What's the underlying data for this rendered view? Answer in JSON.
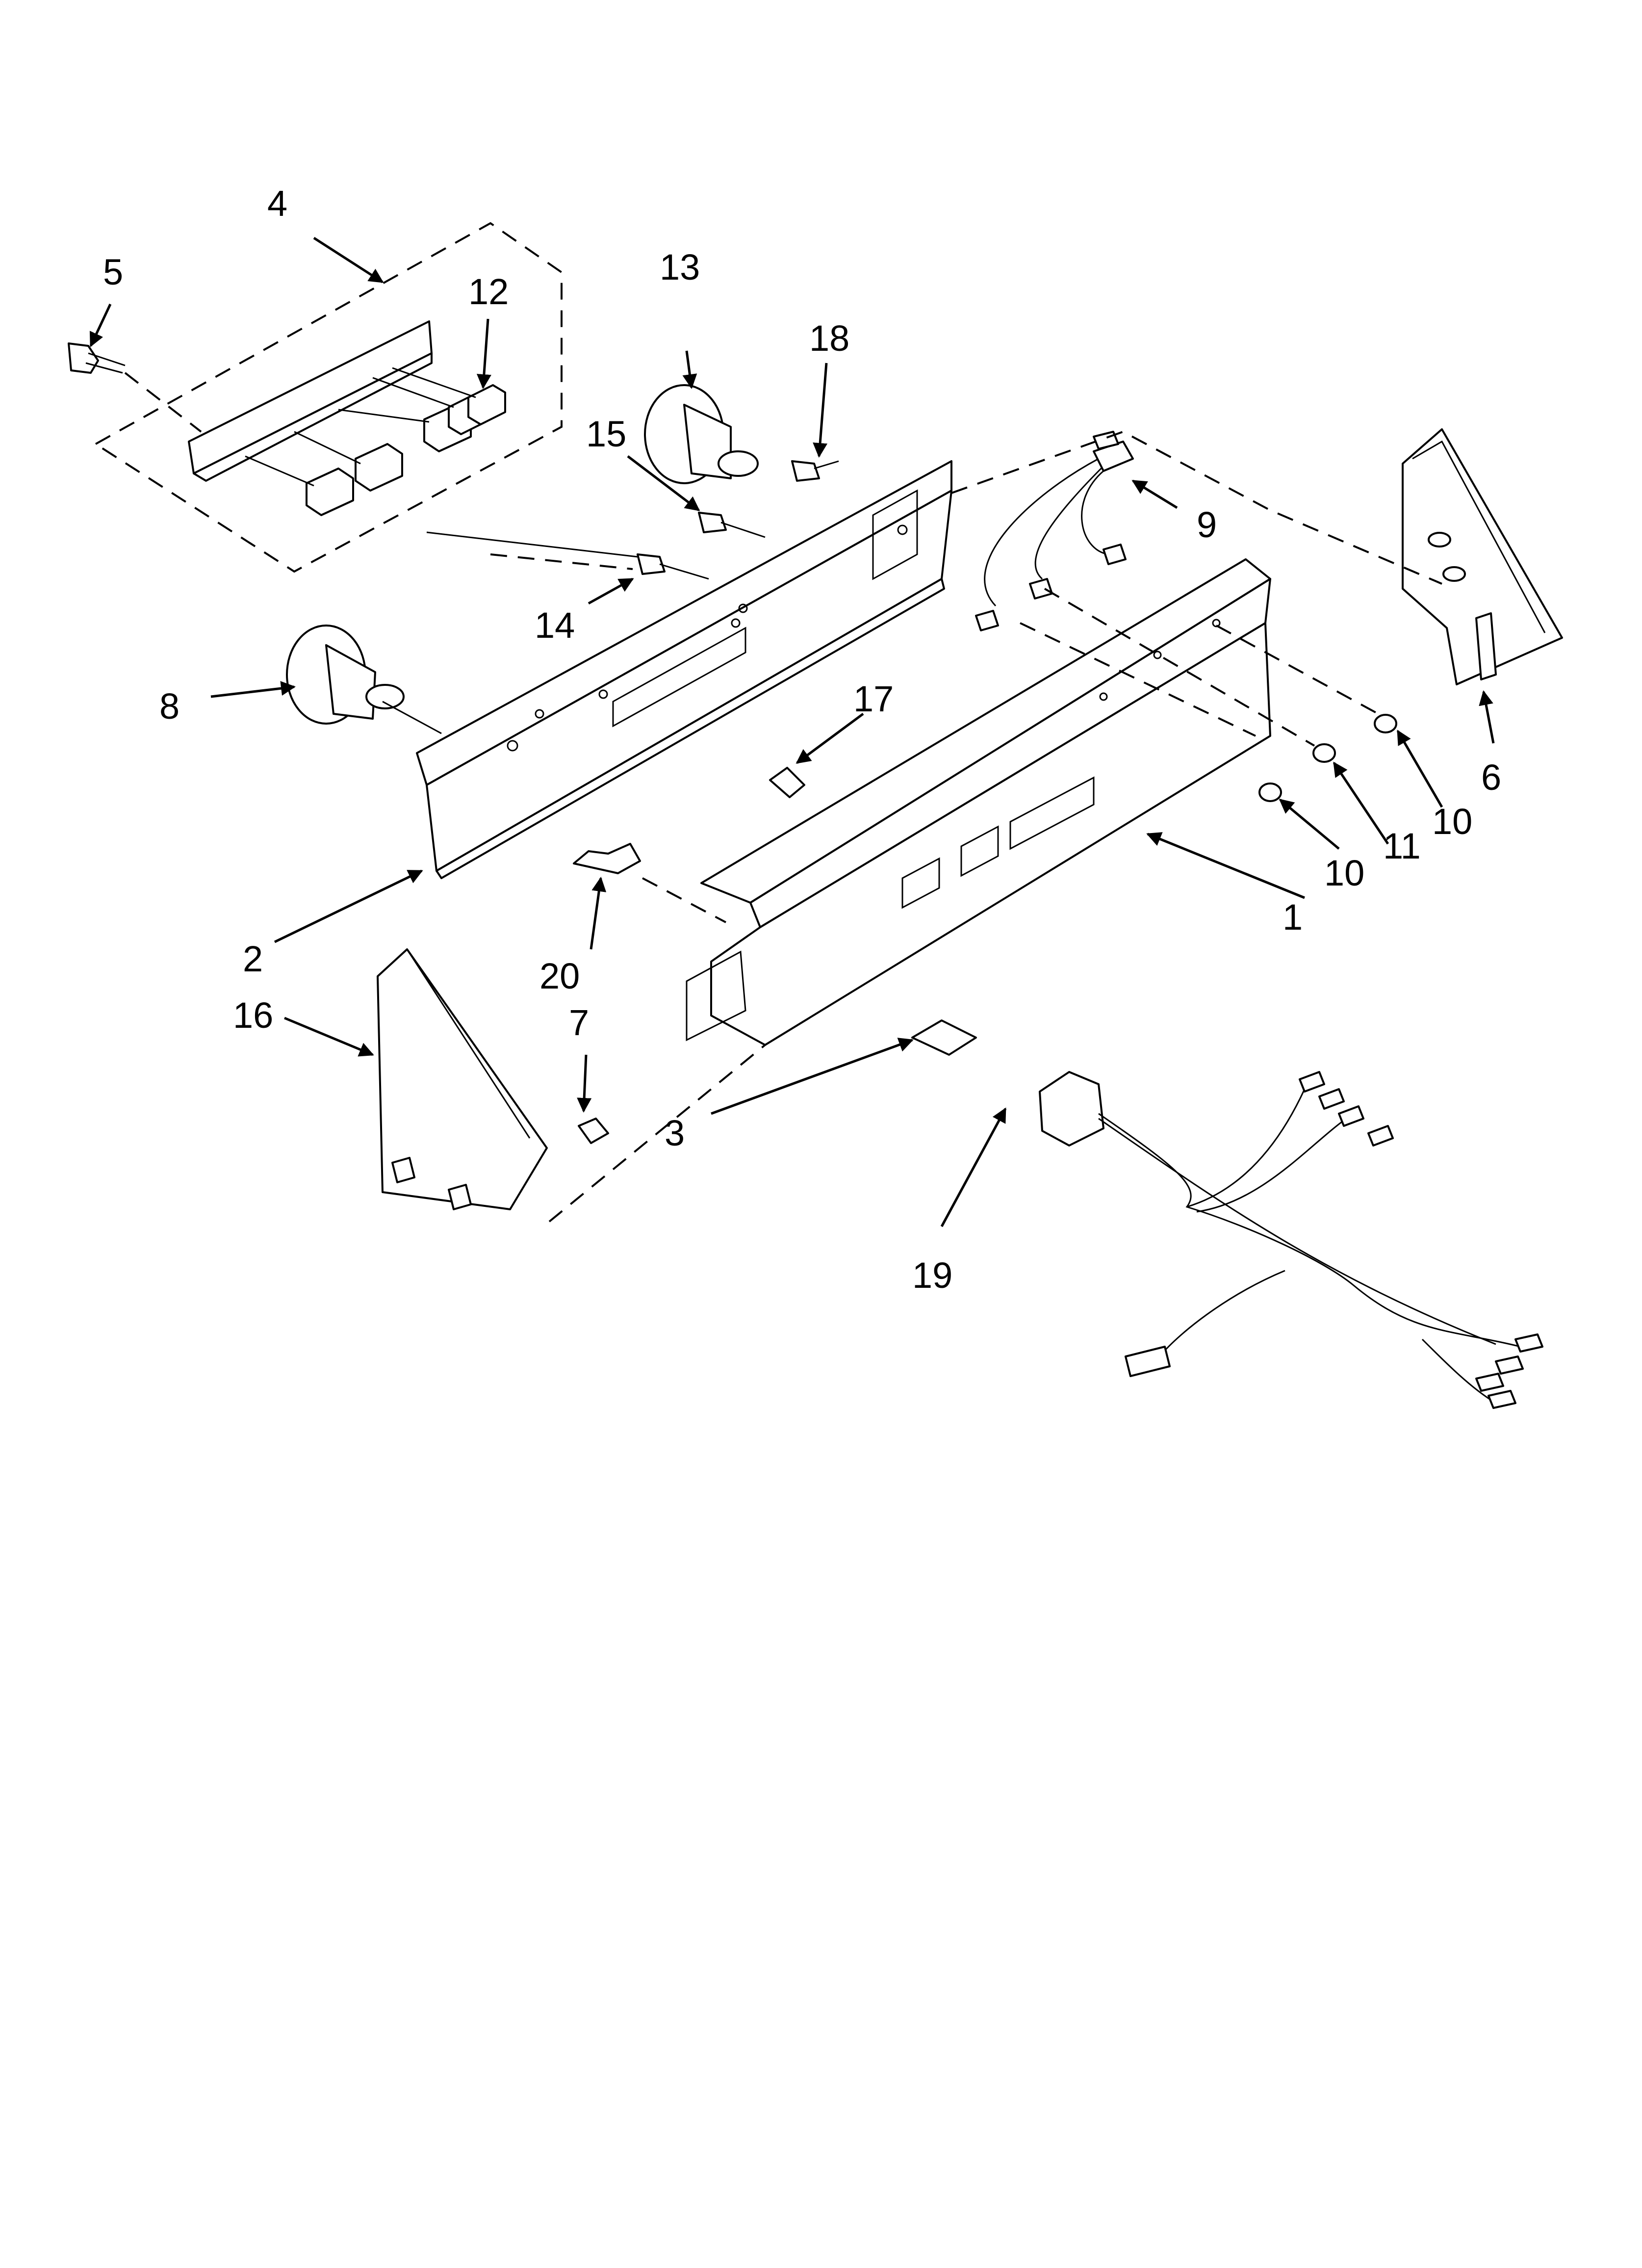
{
  "callouts": [
    {
      "id": "1",
      "text": "1"
    },
    {
      "id": "2",
      "text": "2"
    },
    {
      "id": "3",
      "text": "3"
    },
    {
      "id": "4",
      "text": "4"
    },
    {
      "id": "5",
      "text": "5"
    },
    {
      "id": "6",
      "text": "6"
    },
    {
      "id": "7",
      "text": "7"
    },
    {
      "id": "8",
      "text": "8"
    },
    {
      "id": "9",
      "text": "9"
    },
    {
      "id": "10a",
      "text": "10"
    },
    {
      "id": "10b",
      "text": "10"
    },
    {
      "id": "11",
      "text": "11"
    },
    {
      "id": "12",
      "text": "12"
    },
    {
      "id": "13",
      "text": "13"
    },
    {
      "id": "14",
      "text": "14"
    },
    {
      "id": "15",
      "text": "15"
    },
    {
      "id": "16",
      "text": "16"
    },
    {
      "id": "17",
      "text": "17"
    },
    {
      "id": "18",
      "text": "18"
    },
    {
      "id": "19",
      "text": "19"
    },
    {
      "id": "20",
      "text": "20"
    }
  ]
}
